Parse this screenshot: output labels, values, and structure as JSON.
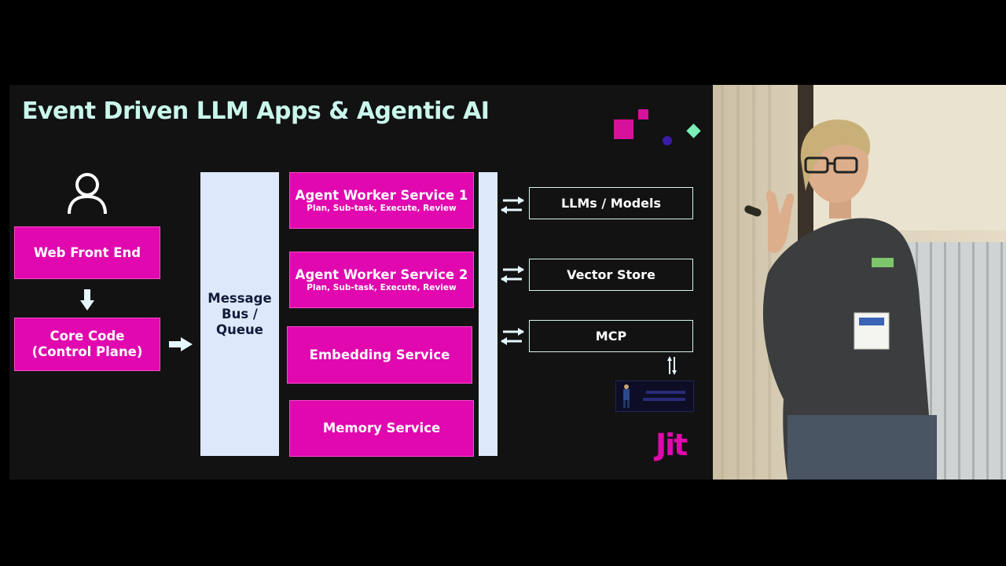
{
  "slide": {
    "title": "Event Driven LLM Apps & Agentic AI",
    "user_icon": "user-icon",
    "web_front_end": "Web Front End",
    "core_code_line1": "Core Code",
    "core_code_line2": "(Control Plane)",
    "message_bus_line1": "Message",
    "message_bus_line2": "Bus /",
    "message_bus_line3": "Queue",
    "services": [
      {
        "name": "Agent Worker Service 1",
        "sub": "Plan, Sub-task, Execute, Review"
      },
      {
        "name": "Agent Worker Service 2",
        "sub": "Plan, Sub-task, Execute, Review"
      },
      {
        "name": "Embedding Service"
      },
      {
        "name": "Memory Service"
      }
    ],
    "externals": [
      "LLMs / Models",
      "Vector Store",
      "MCP"
    ],
    "logo": "Jit"
  },
  "colors": {
    "magenta": "#e008ae",
    "title": "#c9f7ec",
    "bus": "#dde9fa",
    "slide_bg": "#121212"
  }
}
